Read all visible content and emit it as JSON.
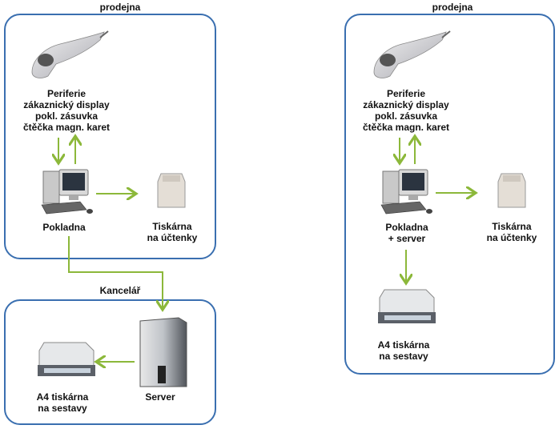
{
  "left": {
    "store_title": "prodejna",
    "peripherals_label": "Periferie\nzákaznický display\npokl. zásuvka\nčtěčka magn. karet",
    "pos_label": "Pokladna",
    "receipt_printer_label": "Tiskárna\nna účtenky",
    "office_title": "Kancelář",
    "a4_printer_label": "A4 tiskárna\nna sestavy",
    "server_label": "Server"
  },
  "right": {
    "store_title": "prodejna",
    "peripherals_label": "Periferie\nzákaznický display\npokl. zásuvka\nčtěčka magn. karet",
    "pos_label": "Pokladna\n+ server",
    "receipt_printer_label": "Tiskárna\nna účtenky",
    "a4_printer_label": "A4 tiskárna\nna sestavy"
  },
  "colors": {
    "box_border": "#3a6fb0",
    "arrow": "#8cb83a"
  }
}
